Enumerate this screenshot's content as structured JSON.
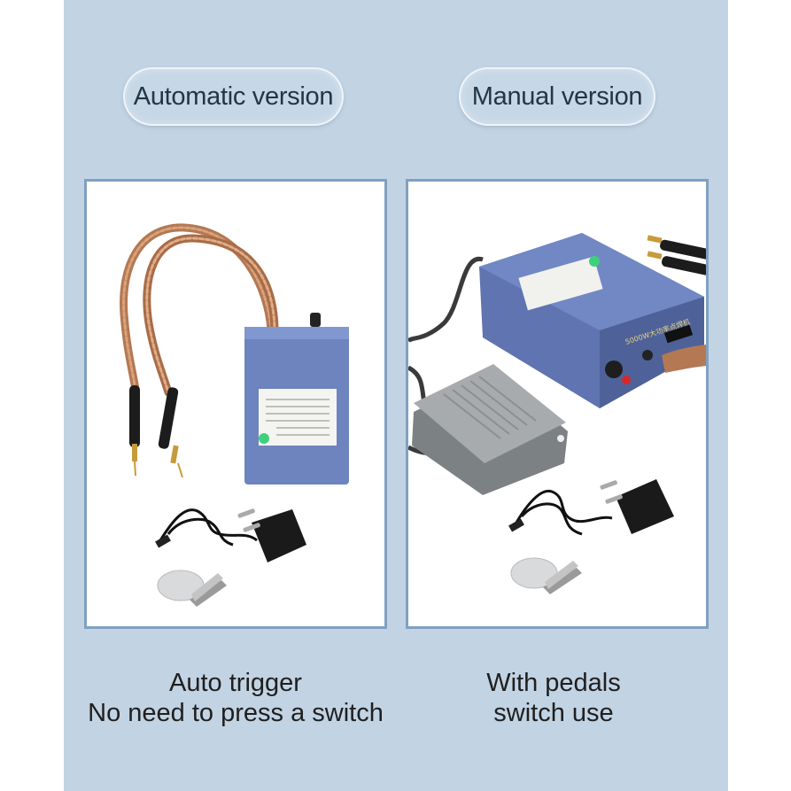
{
  "versions": [
    {
      "title": "Automatic version",
      "caption_lines": [
        "Auto trigger",
        "No need to press a switch"
      ],
      "image_name": "automatic-spot-welder-photo"
    },
    {
      "title": "Manual version",
      "caption_lines": [
        "With pedals",
        "switch use"
      ],
      "image_name": "manual-spot-welder-photo"
    }
  ],
  "colors": {
    "panel_bg": "#c2d3e3",
    "frame_border": "#7fa1c2",
    "device_blue": "#6e84bf",
    "pedal_gray": "#8e9396"
  },
  "device_label_text": "5000W大功率点焊机"
}
